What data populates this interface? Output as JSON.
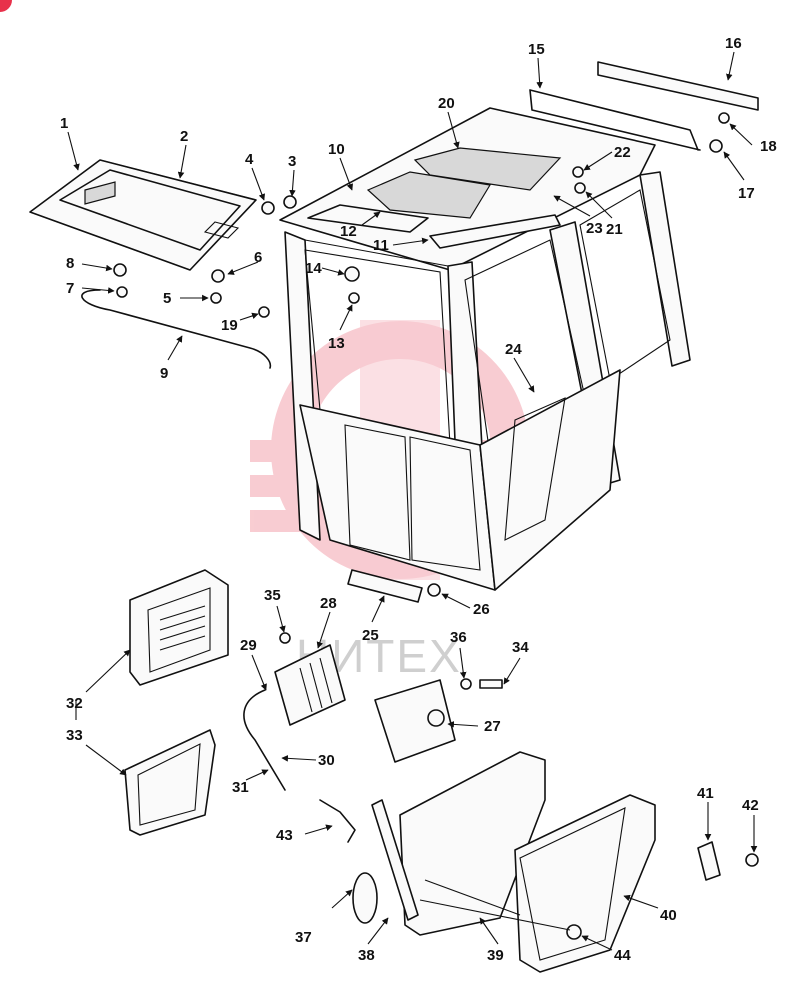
{
  "corner_badge_color": "#e8314b",
  "watermark": {
    "text": "НИТЕХ",
    "color": "#e84a5f"
  },
  "callouts": [
    "1",
    "2",
    "3",
    "4",
    "5",
    "6",
    "7",
    "8",
    "9",
    "10",
    "11",
    "12",
    "13",
    "14",
    "15",
    "16",
    "17",
    "18",
    "19",
    "20",
    "21",
    "22",
    "23",
    "24",
    "25",
    "26",
    "27",
    "28",
    "29",
    "30",
    "31",
    "32",
    "33",
    "34",
    "35",
    "36",
    "37",
    "38",
    "39",
    "40",
    "41",
    "42",
    "43",
    "44"
  ]
}
